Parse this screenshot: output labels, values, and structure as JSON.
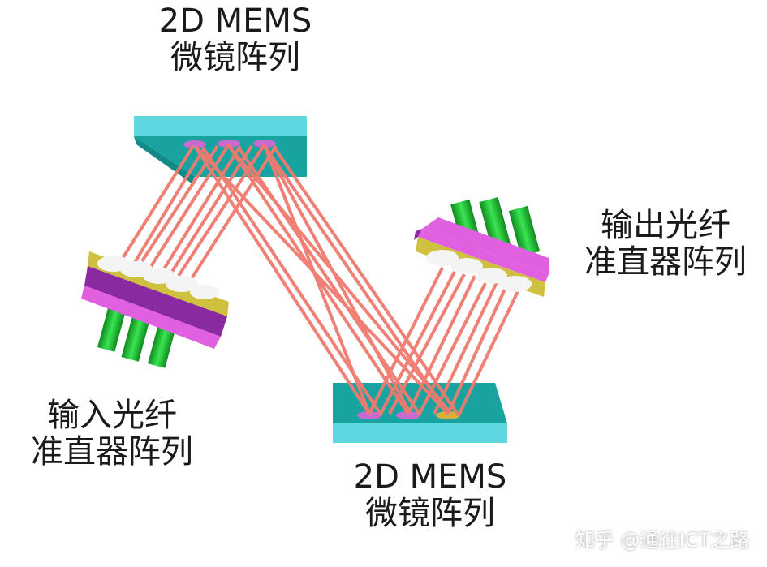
{
  "labels": {
    "top_mems_line1": "2D MEMS",
    "top_mems_line2": "微镜阵列",
    "bottom_mems_line1": "2D MEMS",
    "bottom_mems_line2": "微镜阵列",
    "input_line1": "输入光纤",
    "input_line2": "准直器阵列",
    "output_line1": "输出光纤",
    "output_line2": "准直器阵列",
    "watermark": "知乎 @通往ICT之路"
  },
  "colors": {
    "mirror_plate": "#5fd7e0",
    "mirror_side": "#1fa6a6",
    "beam": "#f07a6e",
    "collimator_pink": "#e060e0",
    "collimator_gold": "#d0c040",
    "fiber_green": "#22c83a",
    "lens_white": "#f4f4f4"
  }
}
